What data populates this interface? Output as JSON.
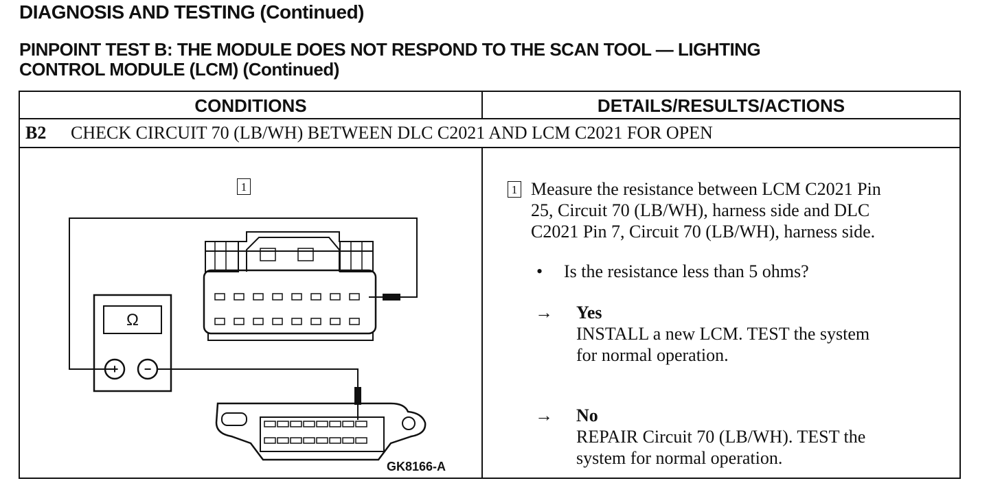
{
  "page_header": "DIAGNOSIS AND TESTING (Continued)",
  "test_title": {
    "line1": "PINPOINT TEST B:  THE MODULE DOES NOT RESPOND TO THE SCAN TOOL — LIGHTING",
    "line2": "CONTROL MODULE (LCM) (Continued)"
  },
  "table": {
    "col_conditions": "CONDITIONS",
    "col_details": "DETAILS/RESULTS/ACTIONS"
  },
  "step": {
    "id": "B2",
    "title": "CHECK CIRCUIT 70 (LB/WH) BETWEEN DLC C2021 AND LCM C2021 FOR OPEN"
  },
  "diagram": {
    "callout": "1",
    "meter_symbol": "Ω",
    "plus": "+",
    "minus": "−",
    "figure_id": "GK8166-A"
  },
  "details": {
    "callout": "1",
    "instruction_line1": "Measure the resistance between LCM C2021 Pin",
    "instruction_line2": "25, Circuit 70 (LB/WH), harness side and DLC",
    "instruction_line3": "C2021 Pin 7, Circuit 70 (LB/WH), harness side.",
    "bullet": "•",
    "question": "Is the resistance less than 5 ohms?",
    "arrow": "→",
    "yes_label": "Yes",
    "yes_line1": "INSTALL a new LCM. TEST the system",
    "yes_line2": "for normal operation.",
    "no_label": "No",
    "no_line1": "REPAIR Circuit 70 (LB/WH). TEST the",
    "no_line2": "system for normal operation."
  }
}
